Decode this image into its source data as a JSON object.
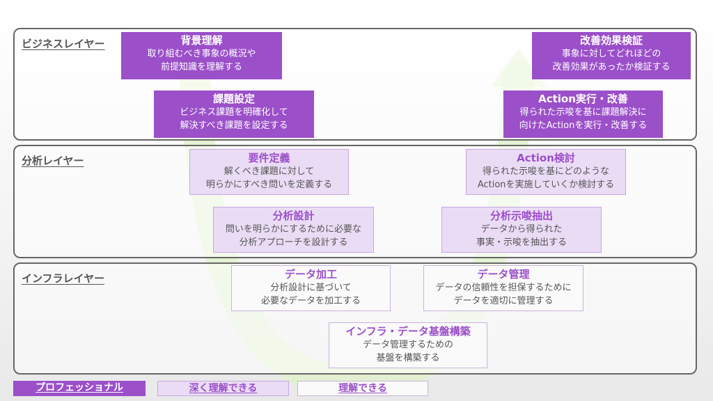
{
  "colors": {
    "professional": "#9b4fc9",
    "deep": "#eadcf5",
    "understand": "#fafafa",
    "cycle_arrow": "#dff0c8"
  },
  "layers": {
    "business": "ビジネスレイヤー",
    "analysis": "分析レイヤー",
    "infra": "インフラレイヤー"
  },
  "boxes": {
    "background": {
      "title": "背景理解",
      "line1": "取り組むべき事象の概況や",
      "line2": "前提知識を理解する"
    },
    "issue": {
      "title": "課題設定",
      "line1": "ビジネス課題を明確化して",
      "line2": "解決すべき課題を設定する"
    },
    "improve_verify": {
      "title": "改善効果検証",
      "line1": "事象に対してどれほどの",
      "line2": "改善効果があったか検証する"
    },
    "action_exec": {
      "title": "Action実行・改善",
      "line1": "得られた示唆を基に課題解決に",
      "line2": "向けたActionを実行・改善する"
    },
    "requirements": {
      "title": "要件定義",
      "line1": "解くべき課題に対して",
      "line2": "明らかにすべき問いを定義する"
    },
    "action_review": {
      "title": "Action検討",
      "line1": "得られた示唆を基にどのような",
      "line2": "Actionを実施していくか検討する"
    },
    "analysis_design": {
      "title": "分析設計",
      "line1": "問いを明らかにするために必要な",
      "line2": "分析アプローチを設計する"
    },
    "insight": {
      "title": "分析示唆抽出",
      "line1": "データから得られた",
      "line2": "事実・示唆を抽出する"
    },
    "data_processing": {
      "title": "データ加工",
      "line1": "分析設計に基づいて",
      "line2": "必要なデータを加工する"
    },
    "data_management": {
      "title": "データ管理",
      "line1": "データの信頼性を担保するために",
      "line2": "データを適切に管理する"
    },
    "infra_build": {
      "title": "インフラ・データ基盤構築",
      "line1": "データ管理するための",
      "line2": "基盤を構築する"
    }
  },
  "legend": {
    "professional": "プロフェッショナル",
    "deep": "深く理解できる",
    "understand": "理解できる"
  }
}
